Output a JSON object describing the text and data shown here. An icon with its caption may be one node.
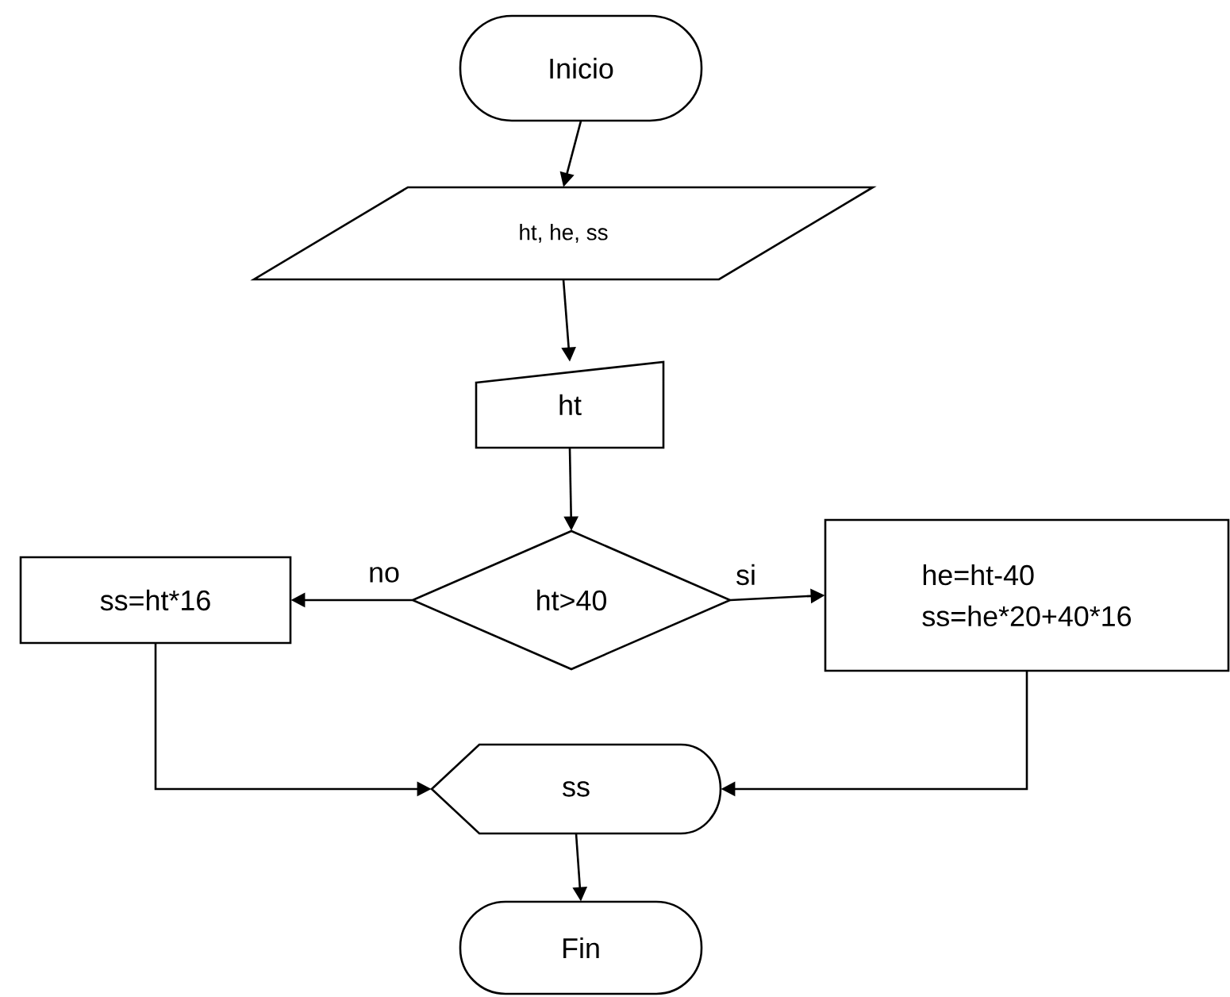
{
  "diagram": {
    "nodes": [
      {
        "text": [
          "Inicio"
        ]
      },
      {
        "text": [
          "ht, he, ss"
        ]
      },
      {
        "text": [
          "ht"
        ]
      },
      {
        "text": [
          "ht>40"
        ]
      },
      {
        "text": [
          "ss=ht*16"
        ]
      },
      {
        "text": [
          "he=ht-40",
          "ss=he*20+40*16"
        ]
      },
      {
        "text": [
          "ss"
        ]
      },
      {
        "text": [
          "Fin"
        ]
      }
    ],
    "edges": [
      {
        "from": 0,
        "to": 1,
        "arrow": "to"
      },
      {
        "from": 1,
        "to": 2,
        "arrow": "to"
      },
      {
        "from": 2,
        "to": 3,
        "arrow": "to"
      },
      {
        "from": 3,
        "to": 4,
        "arrow": "to",
        "label": "no"
      },
      {
        "from": 3,
        "to": 5,
        "arrow": "to",
        "label": "si"
      },
      {
        "from": 4,
        "to": 6,
        "arrow": "to"
      },
      {
        "from": 5,
        "to": 6,
        "arrow": "to"
      },
      {
        "from": 6,
        "to": 7,
        "arrow": "to"
      }
    ]
  }
}
